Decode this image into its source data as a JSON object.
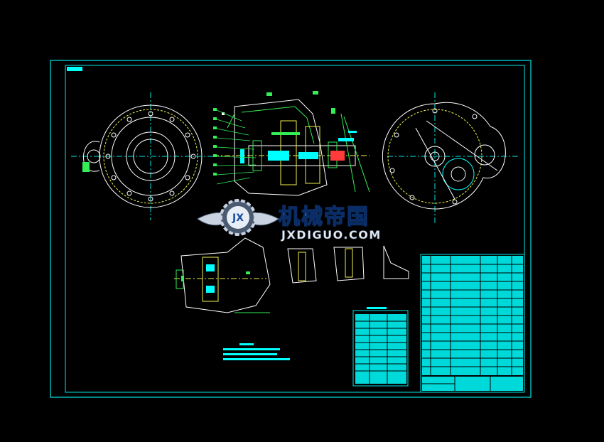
{
  "watermark": {
    "brand_cn": "机械帝国",
    "brand_url": "JXDIGUO.COM",
    "logo_mark": "JX"
  },
  "colors": {
    "background": "#000000",
    "frame": "#00e5e5",
    "geometry_white": "#ffffff",
    "geometry_yellow": "#f2f24a",
    "geometry_green": "#33ee55",
    "fill_cyan": "#00ffff",
    "watermark_silver": "#c8d2e0",
    "watermark_blue": "#2f8fe8"
  }
}
